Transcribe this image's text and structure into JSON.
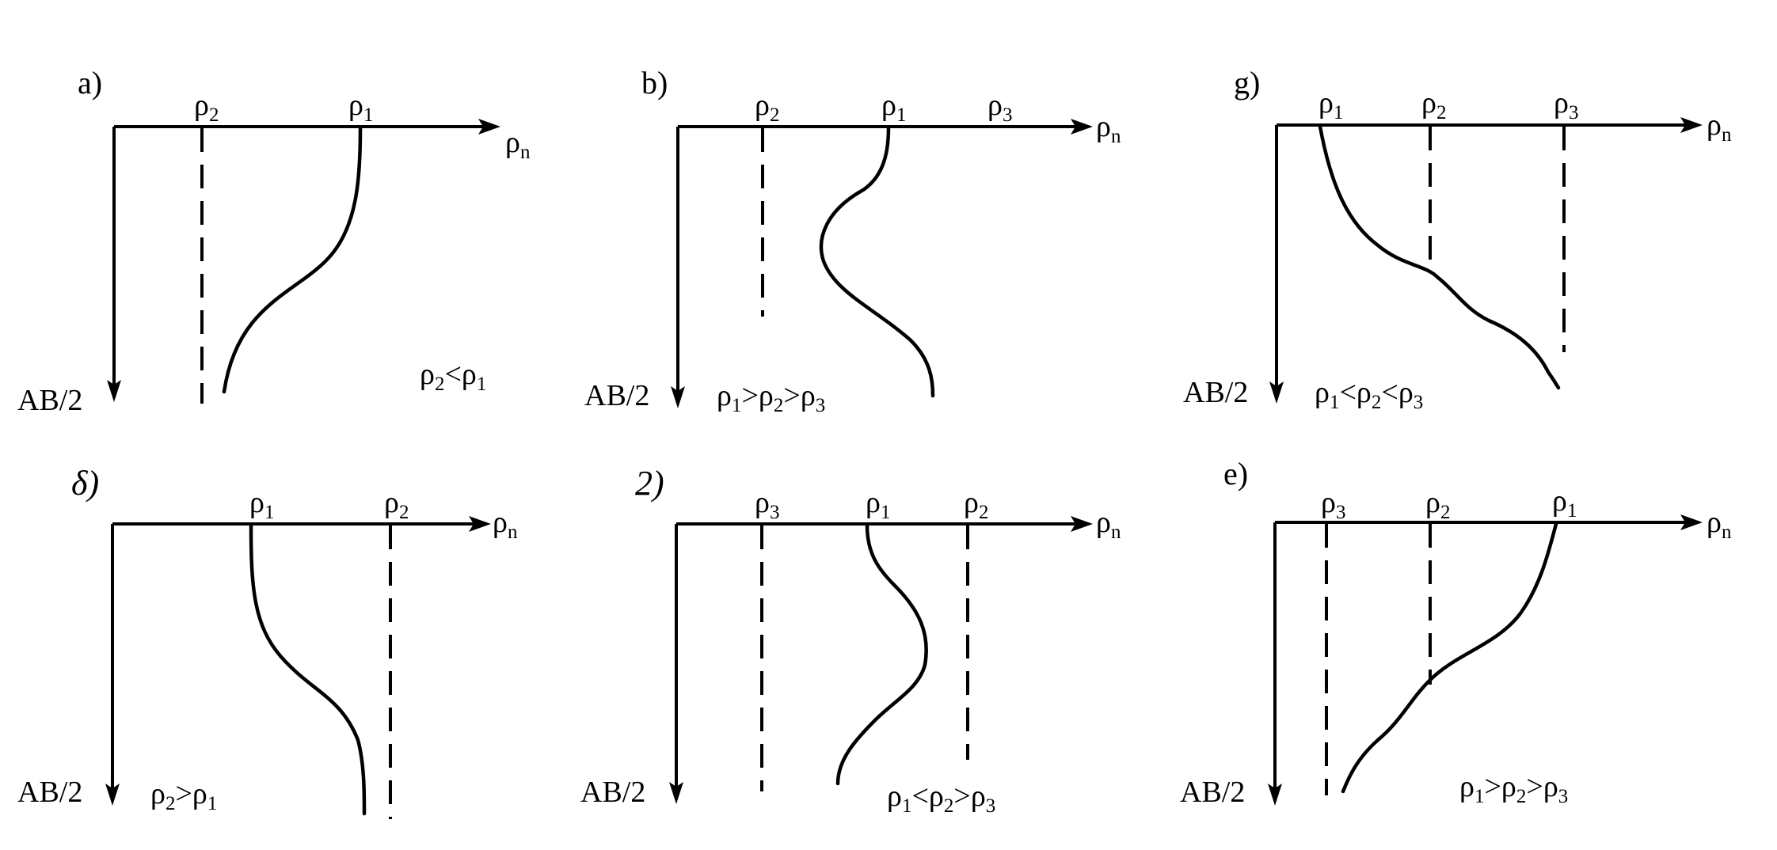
{
  "axis": {
    "horizontal_label": "ρ",
    "horizontal_sub": "n",
    "vertical_label": "AB/2",
    "rho": "ρ"
  },
  "panels": [
    {
      "letter": "a)",
      "ticks": [
        {
          "sub": "2"
        },
        {
          "sub": "1"
        }
      ],
      "relation": [
        {
          "s": "ρ",
          "b": "2"
        },
        {
          "s": "<",
          "b": ""
        },
        {
          "s": "ρ",
          "b": "1"
        }
      ]
    },
    {
      "letter": "b)",
      "ticks": [
        {
          "sub": "2"
        },
        {
          "sub": "1"
        },
        {
          "sub": "3"
        }
      ],
      "relation": [
        {
          "s": "ρ",
          "b": "1"
        },
        {
          "s": ">",
          "b": ""
        },
        {
          "s": "ρ",
          "b": "2"
        },
        {
          "s": ">",
          "b": ""
        },
        {
          "s": "ρ",
          "b": "3"
        }
      ]
    },
    {
      "letter": "g)",
      "ticks": [
        {
          "sub": "1"
        },
        {
          "sub": "2"
        },
        {
          "sub": "3"
        }
      ],
      "relation": [
        {
          "s": "ρ",
          "b": "1"
        },
        {
          "s": "<",
          "b": ""
        },
        {
          "s": "ρ",
          "b": "2"
        },
        {
          "s": "<",
          "b": ""
        },
        {
          "s": "ρ",
          "b": "3"
        }
      ]
    },
    {
      "letter": "δ)",
      "ticks": [
        {
          "sub": "1"
        },
        {
          "sub": "2"
        }
      ],
      "relation": [
        {
          "s": "ρ",
          "b": "2"
        },
        {
          "s": ">",
          "b": ""
        },
        {
          "s": "ρ",
          "b": "1"
        }
      ]
    },
    {
      "letter": "2)",
      "ticks": [
        {
          "sub": "3"
        },
        {
          "sub": "1"
        },
        {
          "sub": "2"
        }
      ],
      "relation": [
        {
          "s": "ρ",
          "b": "1"
        },
        {
          "s": "<",
          "b": ""
        },
        {
          "s": "ρ",
          "b": "2"
        },
        {
          "s": ">",
          "b": ""
        },
        {
          "s": "ρ",
          "b": "3"
        }
      ]
    },
    {
      "letter": "e)",
      "ticks": [
        {
          "sub": "3"
        },
        {
          "sub": "2"
        },
        {
          "sub": "1"
        }
      ],
      "relation": [
        {
          "s": "ρ",
          "b": "1"
        },
        {
          "s": ">",
          "b": ""
        },
        {
          "s": "ρ",
          "b": "2"
        },
        {
          "s": ">",
          "b": ""
        },
        {
          "s": "ρ",
          "b": "3"
        }
      ]
    }
  ]
}
